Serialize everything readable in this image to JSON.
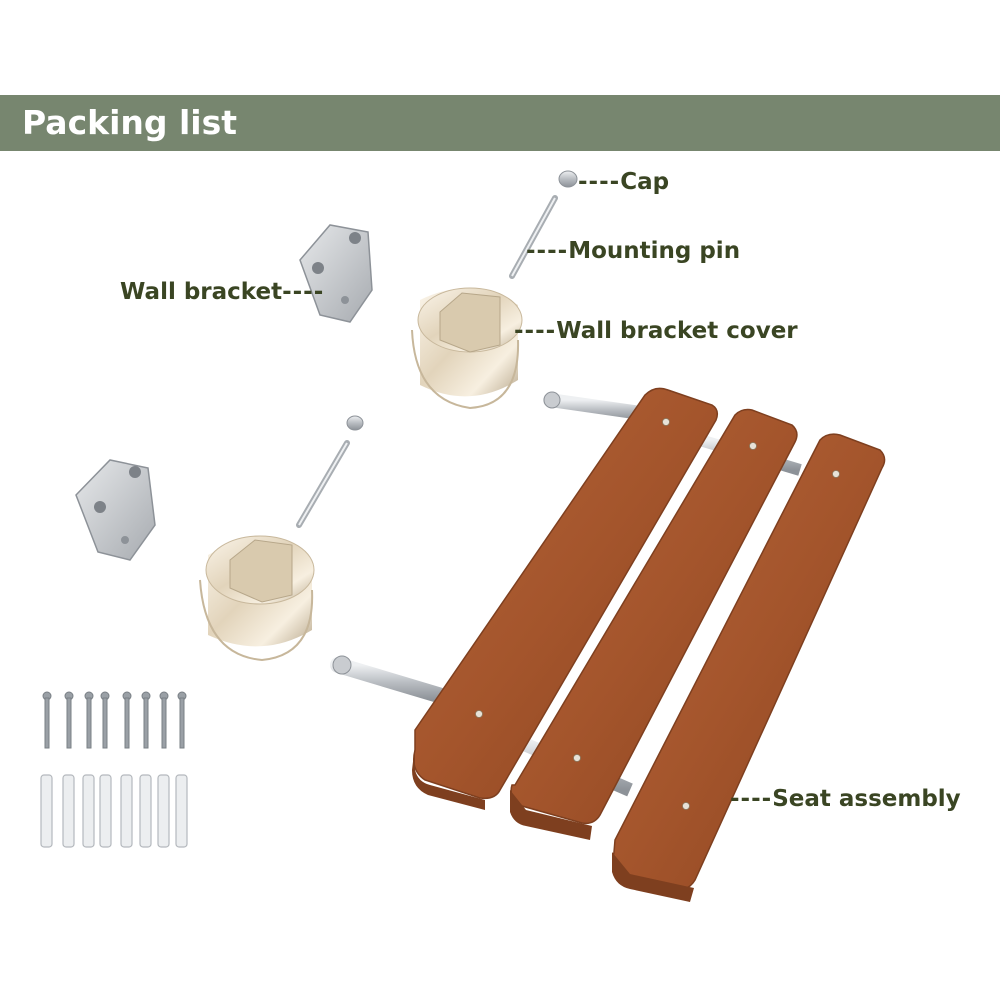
{
  "header": {
    "title": "Packing list",
    "band_color": "#77866f"
  },
  "labels": {
    "cap": "Cap",
    "mounting_pin": "Mounting pin",
    "wall_bracket": "Wall bracket",
    "wall_bracket_cover": "Wall bracket cover",
    "seat_assembly": "Seat assembly",
    "dash": "----"
  },
  "colors": {
    "label_text": "#3a4523",
    "wood": "#a4552c",
    "wood_dark": "#7e3f1f",
    "chrome": "#e8dcc6",
    "steel": "#c9ccd0"
  }
}
